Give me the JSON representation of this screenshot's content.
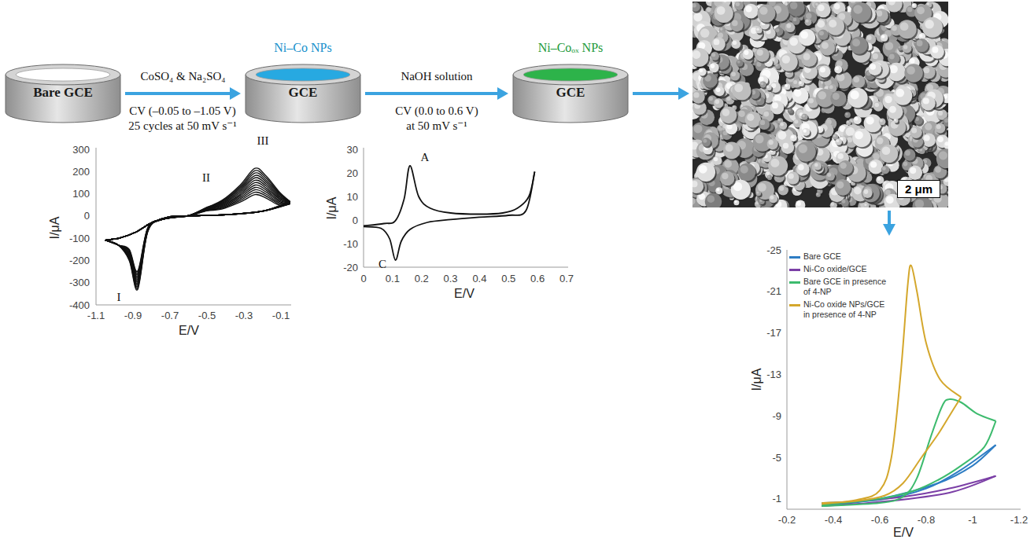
{
  "diagram": {
    "nodes": [
      {
        "text": [
          "Bare GCE"
        ]
      },
      {
        "text": [
          "Ni–Co NPs",
          "GCE"
        ]
      },
      {
        "text": [
          "Ni–Coₒₓ NPs",
          "GCE"
        ]
      },
      {
        "text": [
          "2 μm"
        ]
      }
    ],
    "edges": [
      {
        "from": 0,
        "to": 1,
        "label": "CoSO₄ & Na₂SO₄",
        "arrow": "to"
      },
      {
        "from": 1,
        "to": 2,
        "label": "NaOH solution",
        "arrow": "to"
      },
      {
        "from": 2,
        "to": 3,
        "arrow": "to"
      }
    ],
    "labels": [
      "CV (–0.05 to –1.05 V)",
      "25 cycles at 50 mV s⁻¹",
      "CV (0.0 to 0.6 V)",
      "at 50 mV s⁻¹",
      "I/μA",
      "E/V",
      "300",
      "200",
      "100",
      "0",
      "-100",
      "-200",
      "-300",
      "-400",
      "-1.1",
      "-0.9",
      "-0.7",
      "-0.5",
      "-0.3",
      "-0.1",
      "I",
      "II",
      "III",
      "I/μA",
      "E/V",
      "30",
      "20",
      "10",
      "0",
      "-10",
      "-20",
      "0",
      "0.1",
      "0.2",
      "0.3",
      "0.4",
      "0.5",
      "0.6",
      "0.7",
      "A",
      "C",
      "I/μA",
      "E/V",
      "-25",
      "-21",
      "-17",
      "-13",
      "-9",
      "-5",
      "-1",
      "-0.2",
      "-0.4",
      "-0.6",
      "-0.8",
      "-1",
      "-1.2"
    ],
    "legend": [
      {
        "text": "Bare GCE",
        "color": "#2e7dc4"
      },
      {
        "text": "Ni-Co oxide/GCE",
        "color": "#7b3fa6"
      },
      {
        "text": "Bare GCE in presence of 4-NP",
        "color": "#3dbb6e"
      },
      {
        "text": "Ni-Co oxide NPs/GCE in presence of 4-NP",
        "color": "#d4a72c"
      }
    ]
  }
}
